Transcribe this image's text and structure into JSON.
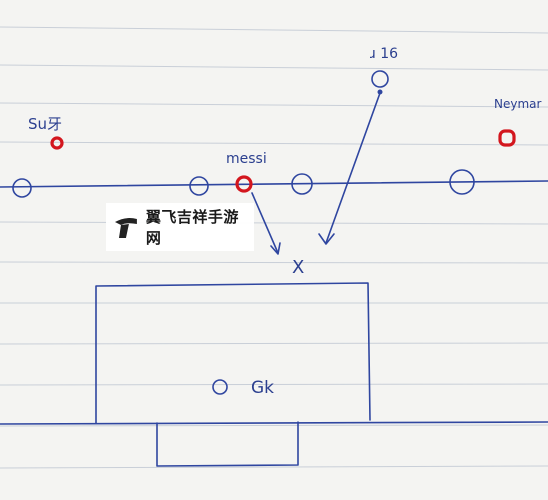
{
  "labels": {
    "suarez": "Su牙",
    "messi": "messi",
    "neymar": "Neymar",
    "defender_top": "ɹ 16",
    "target_mark": "X",
    "goalkeeper": "Gk"
  },
  "watermark": {
    "text": "翼飞吉祥手游网"
  },
  "colors": {
    "ink_blue": "#2f46a0",
    "player_red": "#d3161e",
    "paper": "#f4f4f2",
    "ruled_line": "#c9cfd8"
  }
}
